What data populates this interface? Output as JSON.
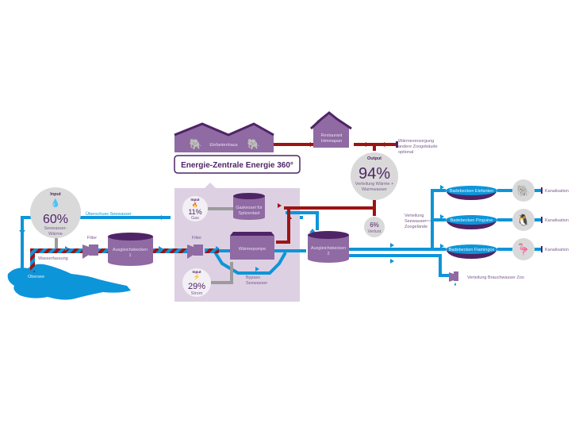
{
  "title": "Energie-Zentrale Energie 360°",
  "colors": {
    "purple_dark": "#4f2466",
    "purple_mid": "#8f6aa3",
    "purple_light": "#c9b6d3",
    "panel_bg": "#ddd0e3",
    "water_blue": "#0d95d9",
    "heat_red": "#9c1414",
    "gray_pipe": "#9b9b9b",
    "circle_gray": "#d9d9d9"
  },
  "buildings": {
    "elefantenhaus": "Elefantenhaus",
    "restaurant_line1": "Restaurant",
    "restaurant_line2": "Himmapan"
  },
  "waermeversorgung": [
    "Wärmeversorgung",
    "andere Zoogebäude",
    "optional"
  ],
  "output": {
    "label": "Output",
    "percent": "94%",
    "desc_line1": "Verteilung Wärme +",
    "desc_line2": "Warmwasser"
  },
  "verlust": {
    "percent": "6%",
    "label": "Verlust"
  },
  "inputs": {
    "seewasser": {
      "label": "Input",
      "icon": "water-drops-icon",
      "percent": "60%",
      "desc_line1": "Seewasser-",
      "desc_line2": "Wärme"
    },
    "gas": {
      "label": "Input",
      "icon": "flame-icon",
      "percent": "11%",
      "desc": "Gas"
    },
    "strom": {
      "label": "Input",
      "icon": "lightning-icon",
      "percent": "29%",
      "desc": "Strom"
    }
  },
  "labels": {
    "ueberschuss": "Überschuss Seewasser",
    "wasserfassung": "Wasserfassung",
    "obersee": "Obersee",
    "filter1": "Filter",
    "filter2": "Filter",
    "ausgleich1_line1": "Ausgleichsbecken",
    "ausgleich1_line2": "1",
    "ausgleich2_line1": "Ausgleichsbecken",
    "ausgleich2_line2": "2",
    "gaskessel_line1": "Gaskessel für",
    "gaskessel_line2": "Spitzenlast",
    "waermepumpe": "Wärmepumpe",
    "bypass_line1": "Bypass",
    "bypass_line2": "Seewasser",
    "verteilung_line1": "Verteilung",
    "verteilung_line2": "Seewasser",
    "verteilung_line3": "Zoogelände",
    "brauchwasser": "Verteilung Brauchwasser Zoo"
  },
  "pools": [
    {
      "name": "Badebecken Elefanten",
      "animal": "elephant-icon",
      "outlet": "Kanalisation"
    },
    {
      "name": "Badebecken Pinguine",
      "animal": "penguin-icon",
      "outlet": "Kanalisation"
    },
    {
      "name": "Badebecken Flamingos",
      "animal": "flamingo-icon",
      "outlet": "Kanalisation"
    }
  ]
}
